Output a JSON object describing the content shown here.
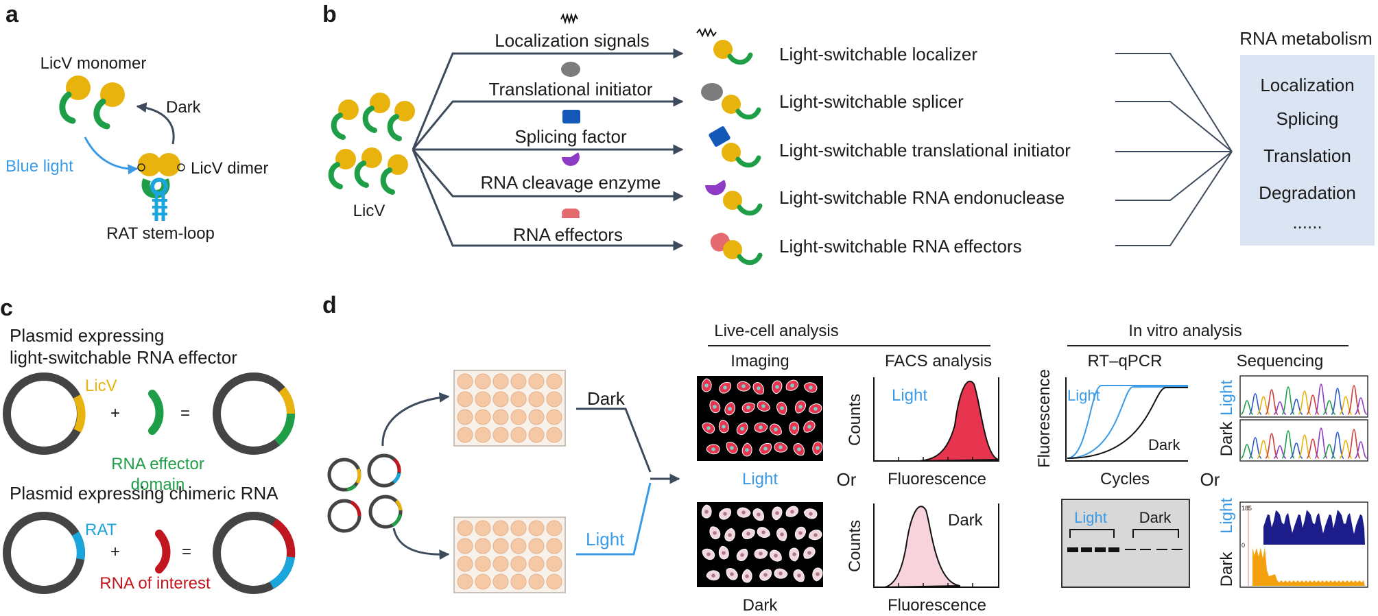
{
  "panels": {
    "a": "a",
    "b": "b",
    "c": "c",
    "d": "d"
  },
  "a": {
    "monomer": "LicV monomer",
    "dark": "Dark",
    "blue_light": "Blue light",
    "dimer": "LicV dimer",
    "stem_loop": "RAT stem-loop"
  },
  "b": {
    "licv": "LicV",
    "inputs": [
      "Localization signals",
      "Translational initiator",
      "Splicing factor",
      "RNA cleavage enzyme",
      "RNA effectors"
    ],
    "outputs": [
      "Light-switchable localizer",
      "Light-switchable splicer",
      "Light-switchable translational initiator",
      "Light-switchable RNA endonuclease",
      "Light-switchable RNA effectors"
    ],
    "metabolism_title": "RNA metabolism",
    "metabolism_items": [
      "Localization",
      "Splicing",
      "Translation",
      "Degradation",
      "......"
    ]
  },
  "c": {
    "plasmid1_title": [
      "Plasmid expressing",
      "light-switchable RNA effector"
    ],
    "licv": "LicV",
    "plus": "+",
    "equals": "=",
    "effector_domain": [
      "RNA effector",
      "domain"
    ],
    "plasmid2_title": "Plasmid expressing chimeric RNA",
    "rat": "RAT",
    "rna_interest": "RNA of interest"
  },
  "d": {
    "dark": "Dark",
    "light": "Light",
    "live_cell": "Live-cell analysis",
    "imaging": "Imaging",
    "facs": "FACS analysis",
    "img_light": "Light",
    "img_dark": "Dark",
    "or": "Or",
    "counts": "Counts",
    "fluorescence": "Fluorescence",
    "facs_light": "Light",
    "facs_dark": "Dark",
    "in_vitro": "In vitro analysis",
    "rtqpcr": "RT–qPCR",
    "sequencing": "Sequencing",
    "qpcr_ylabel": "Fluorescence",
    "qpcr_xlabel": "Cycles",
    "qpcr_light": "Light",
    "qpcr_dark": "Dark",
    "gel_light": "Light",
    "gel_dark": "Dark",
    "seq_dark": "Dark",
    "seq_light": "Light",
    "cov_dark": "Dark",
    "cov_light": "Light",
    "cov_tick_top": "185",
    "cov_tick_zero": "0"
  },
  "colors": {
    "licv_gold": "#e8b30c",
    "effector_green": "#1f9e48",
    "light_blue": "#3a9ae6",
    "rat_cyan": "#1aa6dc",
    "rna_red": "#c0161f",
    "facs_light_fill": "#e8354f",
    "facs_dark_fill": "#f8d3dc",
    "metabolism_box": "#dbe4f2",
    "gel_bg": "#d8d8d8",
    "cov_navy": "#1c1c8a",
    "cov_orange": "#f5a00f"
  },
  "icons": [
    "licv-monomer-icon",
    "licv-dimer-icon",
    "stem-loop-icon",
    "plasmid-icon",
    "well-plate-icon",
    "cell-icon"
  ]
}
